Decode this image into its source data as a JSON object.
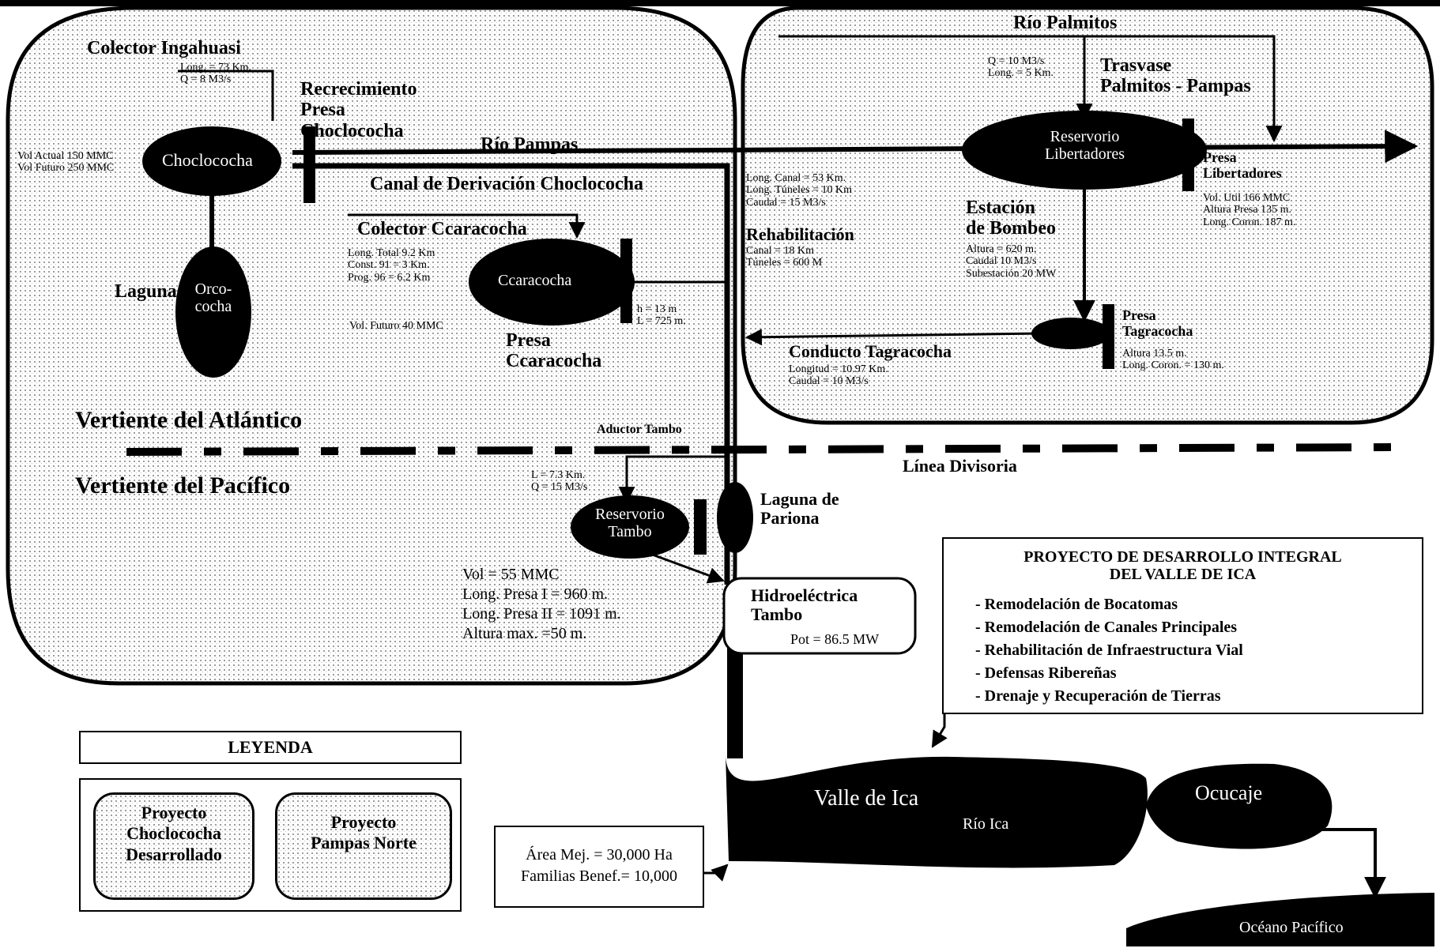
{
  "colors": {
    "ink": "#000000",
    "paper": "#ffffff",
    "stipple": "#bfbfbf"
  },
  "lakes": {
    "choclococha": "Choclococha",
    "orcococha_prefix": "Laguna",
    "orcococha": "Orco-\ncocha",
    "ccaracocha": "Ccaracocha",
    "libertadores": "Reservorio\nLibertadores",
    "tambo": "Reservorio\nTambo",
    "pariona": "Laguna de\nPariona"
  },
  "labels": {
    "colector_ingahuasi": "Colector Ingahuasi",
    "ingahuasi_data": "Long. = 73 Km.\nQ = 8 M3/s",
    "recrecimiento": "Recrecimiento\nPresa\nChoclococha",
    "vol_choclococha": "Vol Actual 150 MMC\nVol Futuro 250 MMC",
    "rio_pampas": "Río Pampas",
    "canal_derivacion": "Canal de Derivación Choclococha",
    "colector_ccaracocha": "Colector Ccaracocha",
    "ccaracocha_data": "Long. Total 9.2 Km\nConst. 91 = 3 Km.\nProg. 96 = 6.2 Km",
    "vol_ccaracocha": "Vol. Futuro 40 MMC",
    "presa_ccaracocha": "Presa\nCcaracocha",
    "presa_ccaracocha_data": "h = 13 m\nL = 725 m.",
    "rio_palmitos": "Río Palmitos",
    "palmitos_data": "Q = 10 M3/s\nLong. = 5 Km.",
    "trasvase": "Trasvase\nPalmitos - Pampas",
    "canal_data": "Long. Canal = 53 Km.\nLong. Túneles = 10 Km\nCaudal = 15 M3/s",
    "rehab_title": "Rehabilitación",
    "rehab_data": "Canal = 18 Km\nTúneles = 600 M",
    "estacion": "Estación\nde Bombeo",
    "estacion_data": "Altura = 620 m.\nCaudal 10 M3/s\nSubestación 20 MW",
    "presa_libertadores": "Presa\nLibertadores",
    "presa_libertadores_data": "Vol. Util 166 MMC\nAltura Presa 135 m.\nLong. Coron. 187 m.",
    "presa_tagracocha": "Presa\nTagracocha",
    "presa_tagracocha_data": "Altura 13.5 m.\nLong. Coron. = 130 m.",
    "conducto": "Conducto Tagracocha",
    "conducto_data": "Longitud = 10.97 Km.\nCaudal = 10 M3/s",
    "vertiente_atl": "Vertiente del Atlántico",
    "vertiente_pac": "Vertiente del Pacífico",
    "aductor": "Aductor Tambo",
    "aductor_data": "L = 7.3 Km.\nQ = 15 M3/s",
    "linea_divisoria": "Línea Divisoria",
    "tambo_data": "Vol = 55 MMC\nLong. Presa I = 960 m.\nLong. Presa II = 1091 m.\nAltura max. =50 m.",
    "hidro": "Hidroeléctrica\nTambo",
    "hidro_data": "Pot = 86.5 MW",
    "valle": "Valle de Ica",
    "rio_ica": "Río Ica",
    "ocucaje": "Ocucaje",
    "oceano": "Océano Pacífico",
    "area": "Área Mej. = 30,000 Ha\nFamilias Benef.= 10,000"
  },
  "proyecto": {
    "title": "PROYECTO DE DESARROLLO INTEGRAL\nDEL VALLE DE ICA",
    "items": [
      "- Remodelación de Bocatomas",
      "- Remodelación de Canales Principales",
      "- Rehabilitación de Infraestructura Vial",
      "- Defensas Ribereñas",
      "- Drenaje y Recuperación de Tierras"
    ]
  },
  "leyenda": {
    "title": "LEYENDA",
    "item1": "Proyecto\nChoclococha\nDesarrollado",
    "item2": "Proyecto\nPampas Norte"
  }
}
